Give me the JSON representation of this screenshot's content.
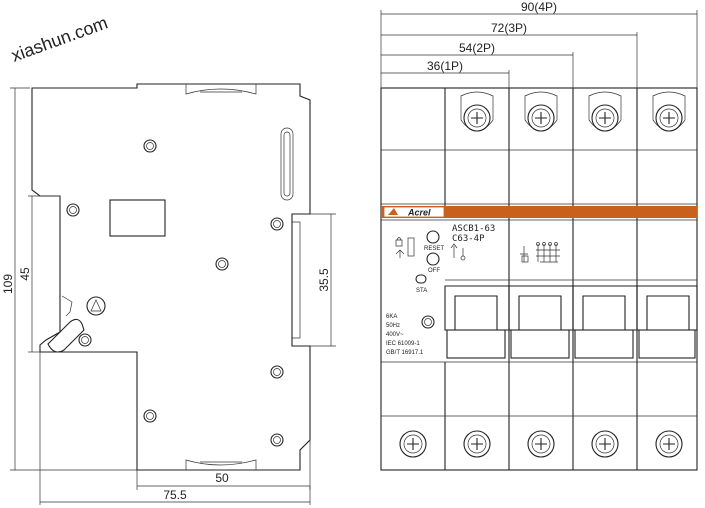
{
  "side_view": {
    "dim_overall_height": "109",
    "dim_mount_height": "45",
    "dim_rail_height": "35.5",
    "dim_depth_front": "50",
    "dim_depth_total": "75.5"
  },
  "front_view": {
    "dim_4p": "90(4P)",
    "dim_3p": "72(3P)",
    "dim_2p": "54(2P)",
    "dim_1p": "36(1P)",
    "brand": "Acrel",
    "model": "ASCB1-63",
    "rating": "C63-4P",
    "reset_label": "RESET",
    "off_label": "OFF",
    "sta_label": "STA",
    "specs": [
      "6KA",
      "50Hz",
      "400V~",
      "IEC 61009-1",
      "GB/T 16917.1"
    ],
    "watermark": "xiashun.com",
    "accent_color": "#c9601c"
  }
}
